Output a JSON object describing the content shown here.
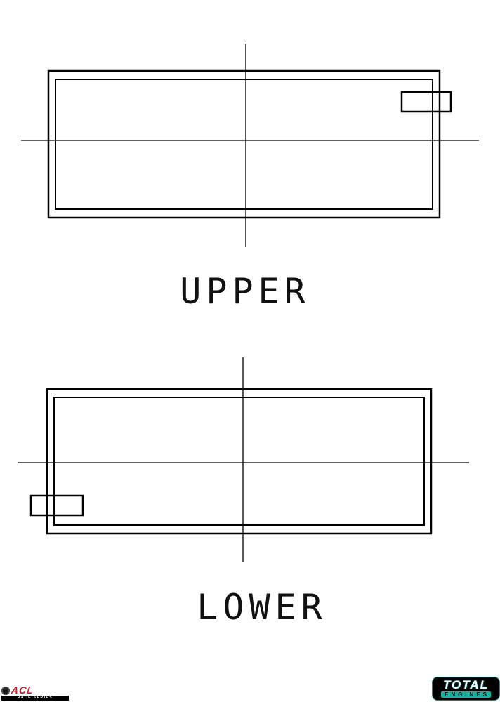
{
  "diagram": {
    "upper_label": "UPPER",
    "lower_label": "LOWER"
  },
  "logos": {
    "acl": {
      "name": "ACL",
      "banner": "RACE SERIES"
    },
    "total_engines": {
      "line1": "TOTAL",
      "line2": "ENGINES"
    }
  },
  "colors": {
    "line": "#000000",
    "acl_red": "#c81b28",
    "teal": "#18b3a6",
    "logo_black": "#000000",
    "background": "#ffffff"
  }
}
